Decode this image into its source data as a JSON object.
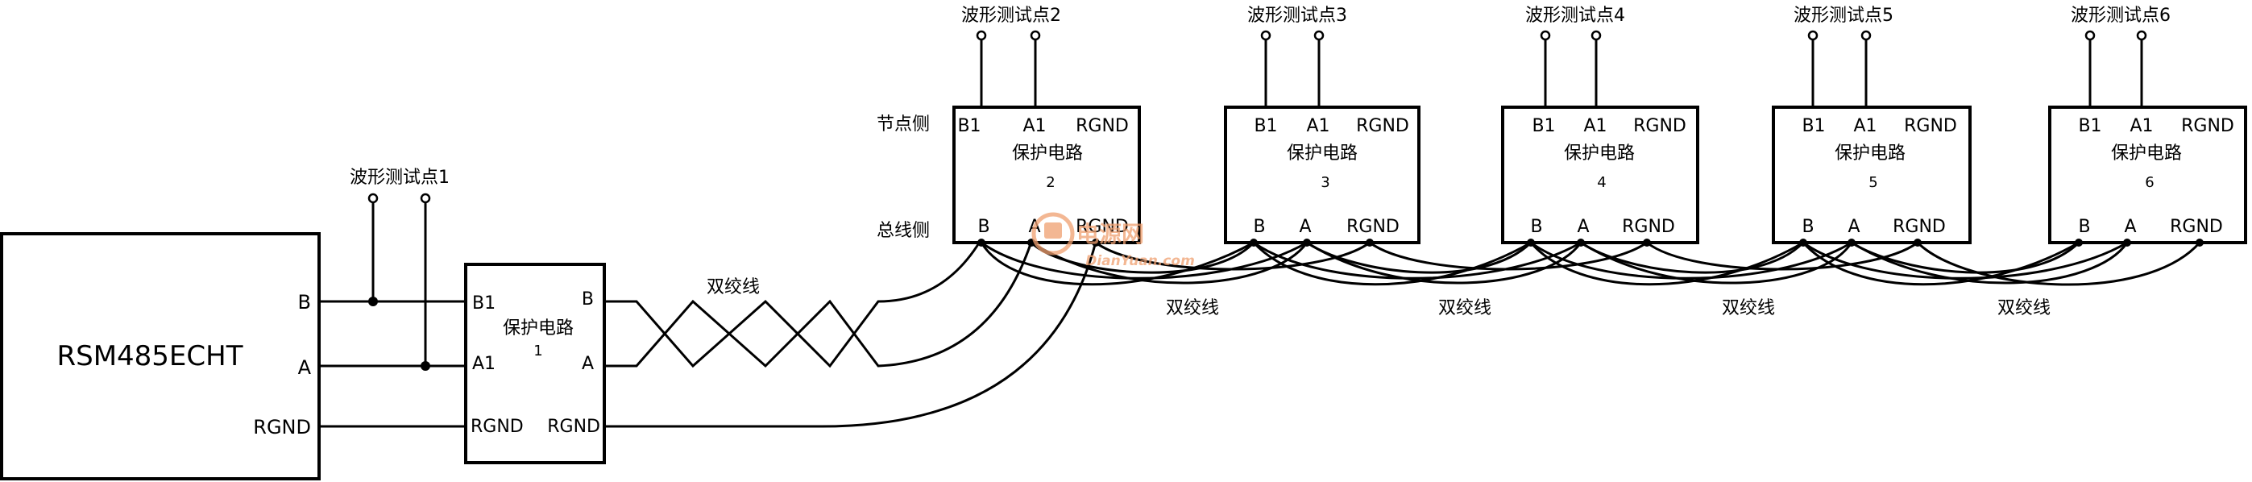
{
  "main_device": {
    "label": "RSM485ECHT",
    "pins": [
      "B",
      "A",
      "RGND"
    ]
  },
  "test_points": [
    "波形测试点1",
    "波形测试点2",
    "波形测试点3",
    "波形测试点4",
    "波形测试点5",
    "波形测试点6"
  ],
  "protection_first": {
    "title": "保护电路",
    "number": "1",
    "left_pins": [
      "B1",
      "A1",
      "RGND"
    ],
    "right_pins": [
      "B",
      "A",
      "RGND"
    ]
  },
  "protection_nodes": [
    {
      "title": "保护电路",
      "number": "2",
      "top_pins": [
        "B1",
        "A1",
        "RGND"
      ],
      "bottom_pins": [
        "B",
        "A",
        "RGND"
      ]
    },
    {
      "title": "保护电路",
      "number": "3",
      "top_pins": [
        "B1",
        "A1",
        "RGND"
      ],
      "bottom_pins": [
        "B",
        "A",
        "RGND"
      ]
    },
    {
      "title": "保护电路",
      "number": "4",
      "top_pins": [
        "B1",
        "A1",
        "RGND"
      ],
      "bottom_pins": [
        "B",
        "A",
        "RGND"
      ]
    },
    {
      "title": "保护电路",
      "number": "5",
      "top_pins": [
        "B1",
        "A1",
        "RGND"
      ],
      "bottom_pins": [
        "B",
        "A",
        "RGND"
      ]
    },
    {
      "title": "保护电路",
      "number": "6",
      "top_pins": [
        "B1",
        "A1",
        "RGND"
      ],
      "bottom_pins": [
        "B",
        "A",
        "RGND"
      ]
    }
  ],
  "side_labels": {
    "node_side": "节点侧",
    "bus_side": "总线侧"
  },
  "twisted_pair_label": "双绞线",
  "watermark": {
    "brand": "电源网",
    "url": "DianYuan.com"
  },
  "colors": {
    "line": "#000000",
    "watermark": "#f0a070"
  }
}
